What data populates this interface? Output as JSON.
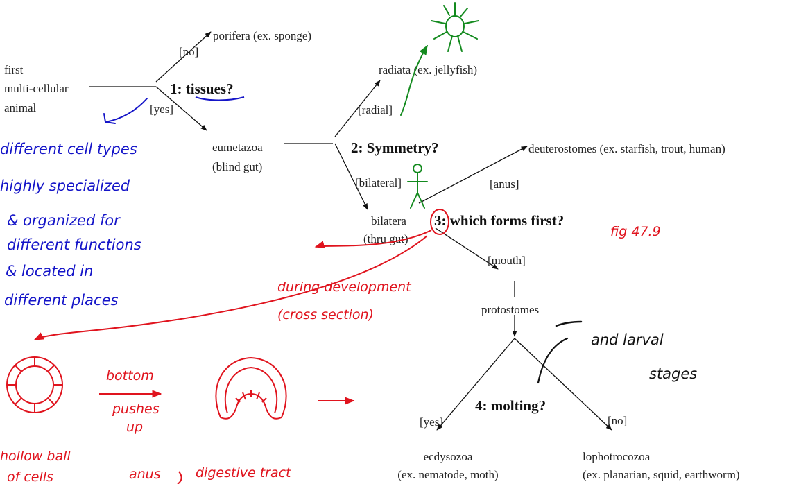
{
  "tree": {
    "first_l1": "first",
    "first_l2": "multi-cellular",
    "first_l3": "animal",
    "porifera": "porifera (ex. sponge)",
    "no1": "[no]",
    "yes1": "[yes]",
    "q1_num": "1: ",
    "q1_word": "tissues",
    "q1_mark": "?",
    "eumetazoa_l1": "eumetazoa",
    "eumetazoa_l2": "(blind gut)",
    "radiata": "radiata (ex. jellyfish)",
    "radial": "[radial]",
    "q2": "2: Symmetry?",
    "bilateral": "[bilateral]",
    "deuterostomes": "deuterostomes (ex. starfish, trout, human)",
    "anus": "[anus]",
    "bilatera_l1": "bilatera",
    "bilatera_l2": "(thru gut)",
    "q3": "3: which forms first?",
    "mouth": "[mouth]",
    "protostomes": "protostomes",
    "q4": "4: molting?",
    "yes4": "[yes]",
    "no4": "[no]",
    "ecdysozoa_l1": "ecdysozoa",
    "ecdysozoa_l2": "(ex. nematode, moth)",
    "lopho_l1": "lophotrocozoa",
    "lopho_l2": "(ex. planarian, squid, earthworm)"
  },
  "notes": {
    "blue_1": "different cell types",
    "blue_2": "highly specialized",
    "blue_3": "& organized for",
    "blue_4": "different functions",
    "blue_5": "& located in",
    "blue_6": "different places",
    "fig": "fig 47.9",
    "dev_1": "during development",
    "dev_2": "(cross section)",
    "bottom": "bottom",
    "pushes": "pushes",
    "up": "up",
    "hollow_1": "hollow ball",
    "hollow_2": "of cells",
    "anus": "anus",
    "digestive": "digestive tract",
    "larval_1": "and larval",
    "larval_2": "stages"
  },
  "colors": {
    "ink": "#111111",
    "blue_ink": "#1515c8",
    "red_ink": "#e0141e",
    "green_ink": "#138a1e"
  }
}
